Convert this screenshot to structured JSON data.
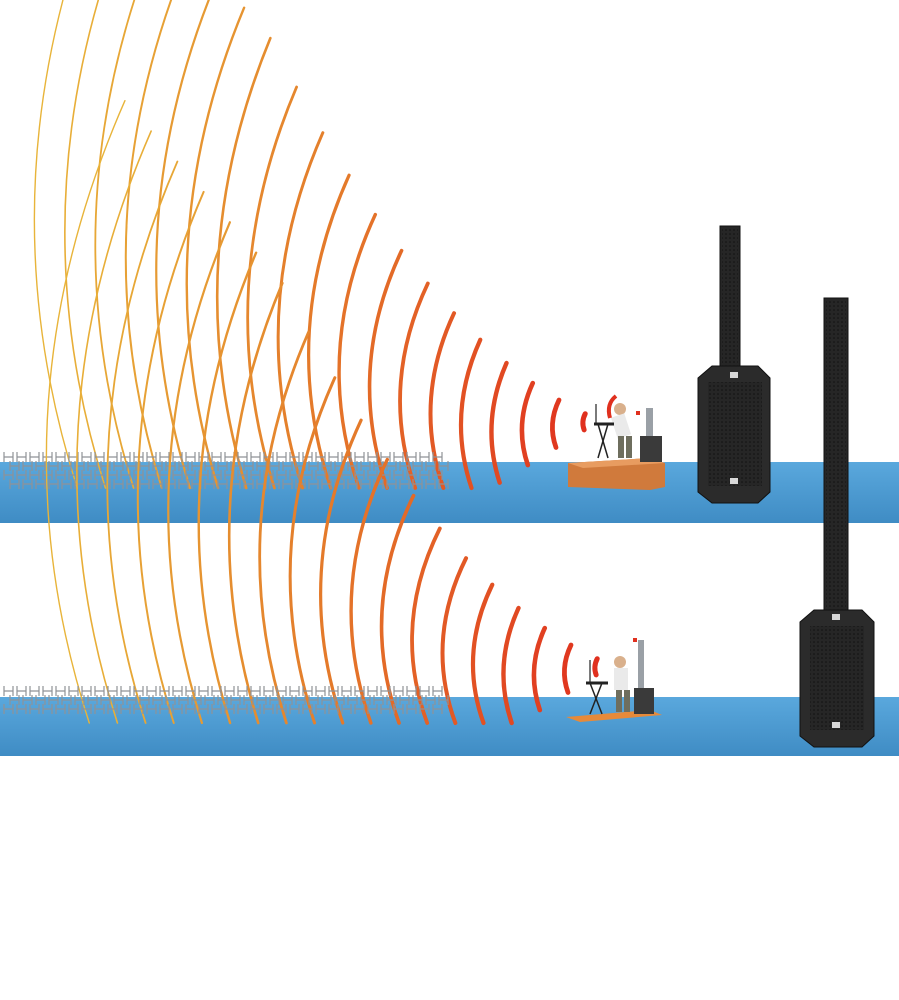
{
  "colors": {
    "background": "#ffffff",
    "floor": "#4f9fd6",
    "floor_dark": "#3f8cc4",
    "wave_far": "#e8b43a",
    "wave_mid": "#e47a2a",
    "wave_near": "#e0301e",
    "stage": "#d9874a",
    "stage_top": "#e79a5c",
    "speaker_body": "#2b2b2b",
    "speaker_edge": "#141414",
    "chair": "#8f9297"
  },
  "panels": [
    {
      "id": "top",
      "variant": "with-stage"
    },
    {
      "id": "bottom",
      "variant": "floor-level"
    }
  ]
}
